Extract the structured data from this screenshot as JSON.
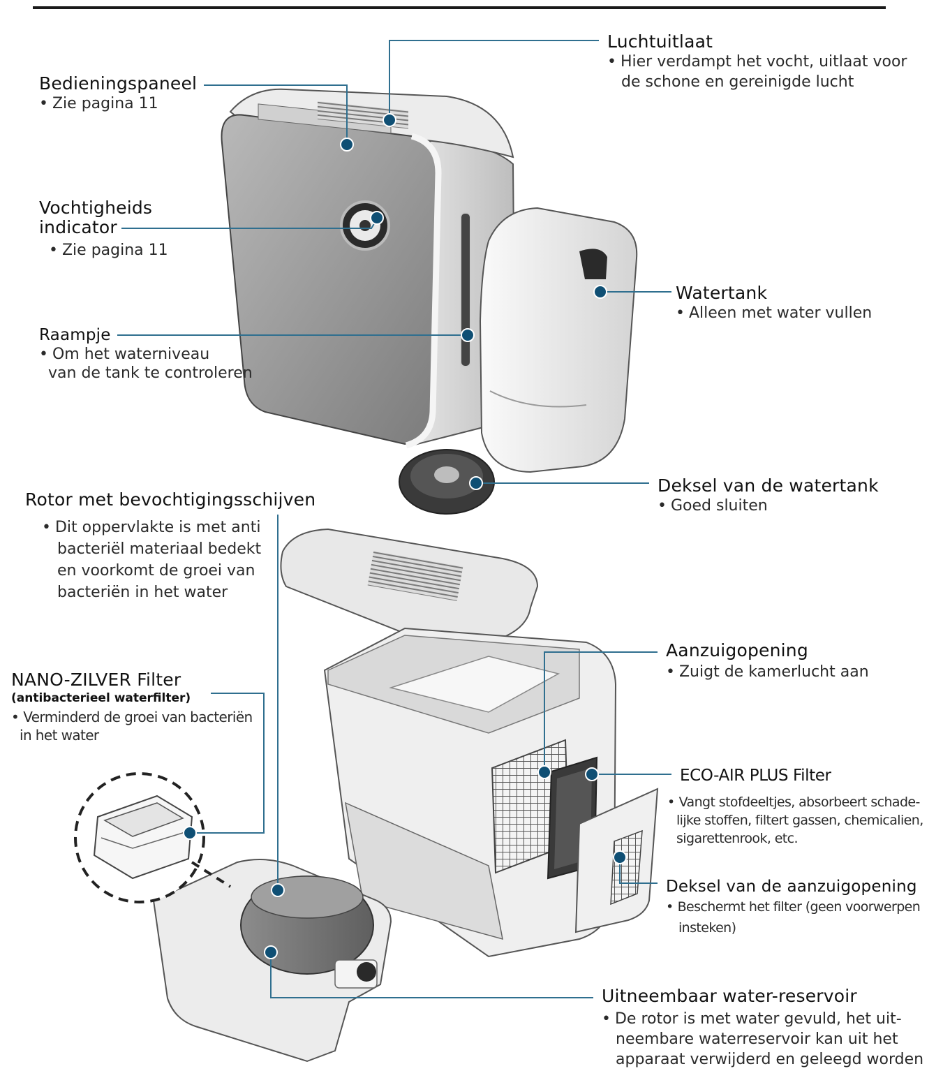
{
  "labels": {
    "air_outlet": {
      "title": "Luchtuitlaat",
      "desc": [
        "Hier verdampt het vocht, uitlaat voor",
        "de schone en gereinigde lucht"
      ]
    },
    "control_panel": {
      "title": "Bedieningspaneel",
      "desc": [
        "Zie pagina 11"
      ]
    },
    "humidity_indicator": {
      "title_line1": "Vochtigheids",
      "title_line2": "indicator",
      "desc": [
        "Zie pagina 11"
      ]
    },
    "window": {
      "title": "Raampje",
      "desc": [
        "Om het waterniveau",
        "van de tank te controleren"
      ]
    },
    "water_tank": {
      "title": "Watertank",
      "desc": [
        "Alleen met water vullen"
      ]
    },
    "tank_cap": {
      "title": "Deksel van de watertank",
      "desc": [
        "Goed sluiten"
      ]
    },
    "rotor": {
      "title": "Rotor met bevochtigingsschijven",
      "desc": [
        "Dit oppervlakte is met anti",
        "bacteriël materiaal bedekt",
        "en voorkomt de groei van",
        "bacteriën in het water"
      ]
    },
    "intake": {
      "title": "Aanzuigopening",
      "desc": [
        "Zuigt de kamerlucht aan"
      ]
    },
    "nano_filter": {
      "title": "NANO-ZILVER Filter",
      "subtitle": "(antibacterieel waterfilter)",
      "desc": [
        "Verminderd de groei van bacteriën",
        "in het water"
      ]
    },
    "eco_filter": {
      "title": "ECO-AIR PLUS Filter",
      "desc": [
        "Vangt stofdeeltjes, absorbeert schade-",
        "lijke stoffen, filtert gassen, chemicalien,",
        "sigarettenrook, etc."
      ]
    },
    "intake_cover": {
      "title": "Deksel van de aanzuigopening",
      "desc": [
        "Beschermt het filter (geen voorwerpen",
        "insteken)"
      ]
    },
    "reservoir": {
      "title": "Uitneembaar water-reservoir",
      "desc": [
        "De rotor is met water gevuld, het uit-",
        "neembare waterreservoir kan uit het",
        "apparaat verwijderd en geleegd worden"
      ]
    }
  },
  "colors": {
    "callout_line": "#2f6f8f",
    "callout_dot": "#0f4f74",
    "device_body": "#8e8e8e",
    "device_white": "#f2f2f2"
  }
}
